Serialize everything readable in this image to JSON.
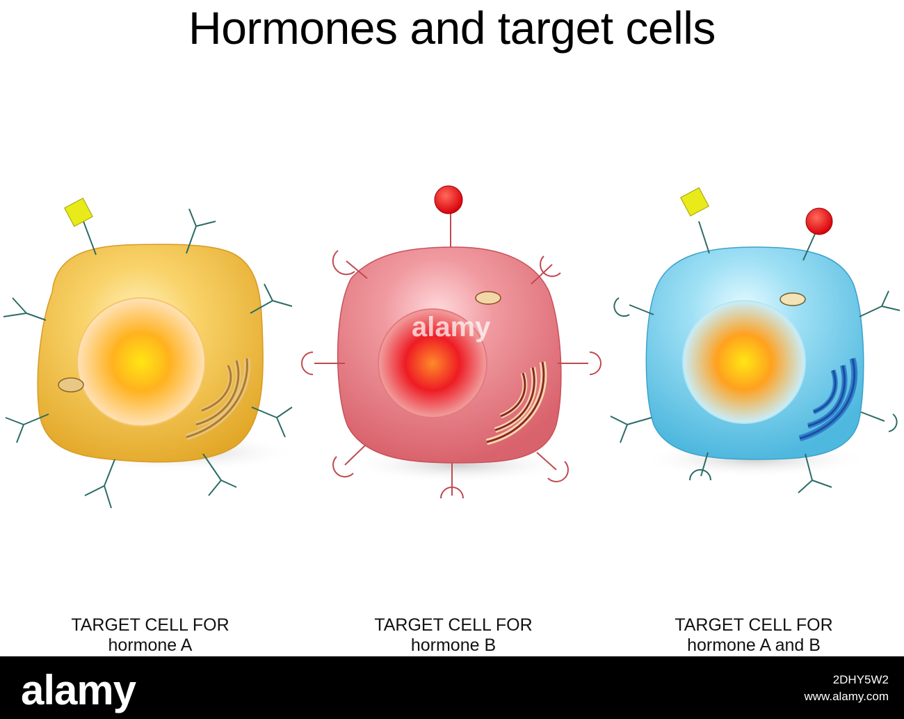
{
  "title": "Hormones and target cells",
  "cells": [
    {
      "line1": "TARGET CELL FOR",
      "line2": "hormone A"
    },
    {
      "line1": "TARGET CELL FOR",
      "line2": "hormone B"
    },
    {
      "line1": "TARGET CELL FOR",
      "line2": "hormone A and B"
    }
  ],
  "watermark": "alamy",
  "footer": {
    "logo": "alamy",
    "image_id": "2DHY5W2",
    "site": "www.alamy.com"
  },
  "colors": {
    "cell_a": "#f2c04a",
    "cell_b": "#e87a82",
    "cell_ab": "#7fd2ee",
    "receptor_y": "#2b6b66",
    "receptor_cup_red": "#c0494f",
    "hormone_a": "#e8ea1a",
    "hormone_b": "#e8141a",
    "nucleus": "#ff9a1e"
  },
  "icons": {
    "hormone_a": "yellow-square-icon",
    "hormone_b": "red-circle-icon",
    "receptor_a": "y-receptor-icon",
    "receptor_b": "cup-receptor-icon"
  }
}
